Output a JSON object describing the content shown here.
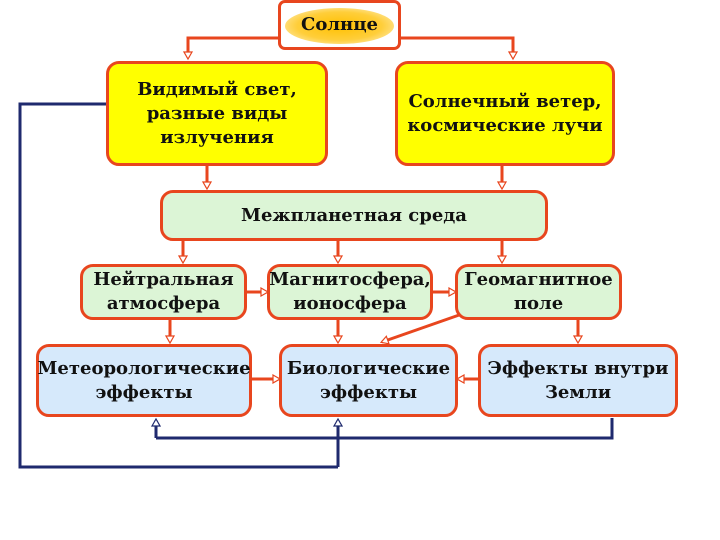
{
  "nodes": {
    "sun": "Солнце",
    "visible_light": "Видимый свет, разные виды излучения",
    "solar_wind": "Солнечный ветер, космические лучи",
    "interplanetary": "Межпланетная среда",
    "neutral_atmosphere": "Нейтральная атмосфера",
    "magnetosphere": "Магнитосфера, ионосфера",
    "geomagnetic_field": "Геомагнитное поле",
    "meteorological": "Метеорологические эффекты",
    "biological": "Биологические эффекты",
    "inner_earth": "Эффекты внутри Земли"
  },
  "colors": {
    "arrow": "#e8461e",
    "feedback_line": "#1f2a6e",
    "yellow_box": "#ffff00",
    "green_box": "#dcf5d6",
    "blue_box": "#d6e9fb"
  }
}
